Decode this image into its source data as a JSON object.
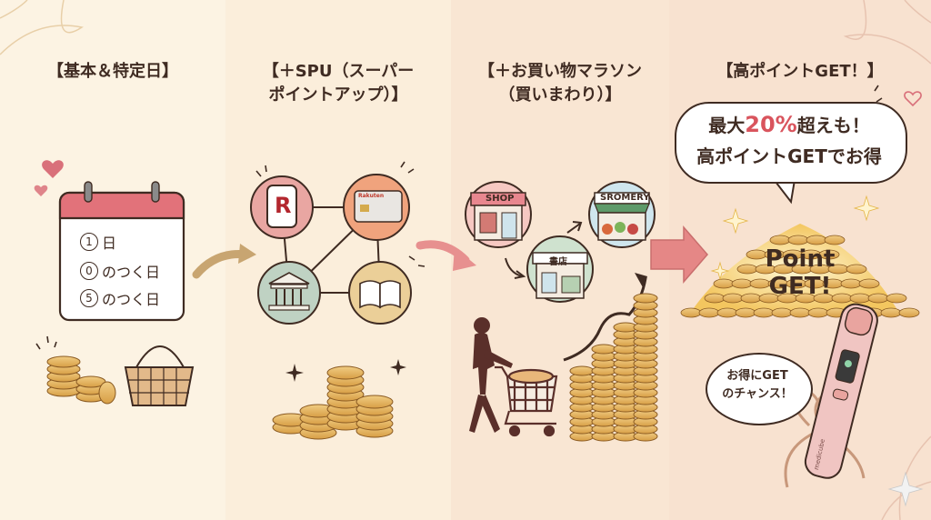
{
  "panels": [
    {
      "title": "【基本＆特定日】"
    },
    {
      "title": "【＋SPU（スーパー\nポイントアップ）】"
    },
    {
      "title": "【＋お買い物マラソン\n（買いまわり）】"
    },
    {
      "title": "【高ポイントGET！】"
    }
  ],
  "calendar": {
    "lines": [
      {
        "num": "1",
        "text": "日"
      },
      {
        "num": "0",
        "text": "のつく日"
      },
      {
        "num": "5",
        "text": "のつく日"
      }
    ]
  },
  "spu": {
    "card_brand": "Rakuten",
    "icon_letter": "R"
  },
  "marathon": {
    "shop1": "SHOP",
    "shop2": "書店",
    "shop3": "SROMERY"
  },
  "reward": {
    "bubble_line1_prefix": "最大",
    "bubble_line1_em": "20%",
    "bubble_line1_suffix": "超えも！",
    "bubble_line2": "高ポイントGETでお得",
    "point_text": "Point\nGET!",
    "small_bubble": "お得にGET\nのチャンス！",
    "device_brand": "medicube"
  },
  "colors": {
    "accent_red": "#d9545d",
    "text_brown": "#3f2b22",
    "coin_gold": "#e3b15c"
  }
}
